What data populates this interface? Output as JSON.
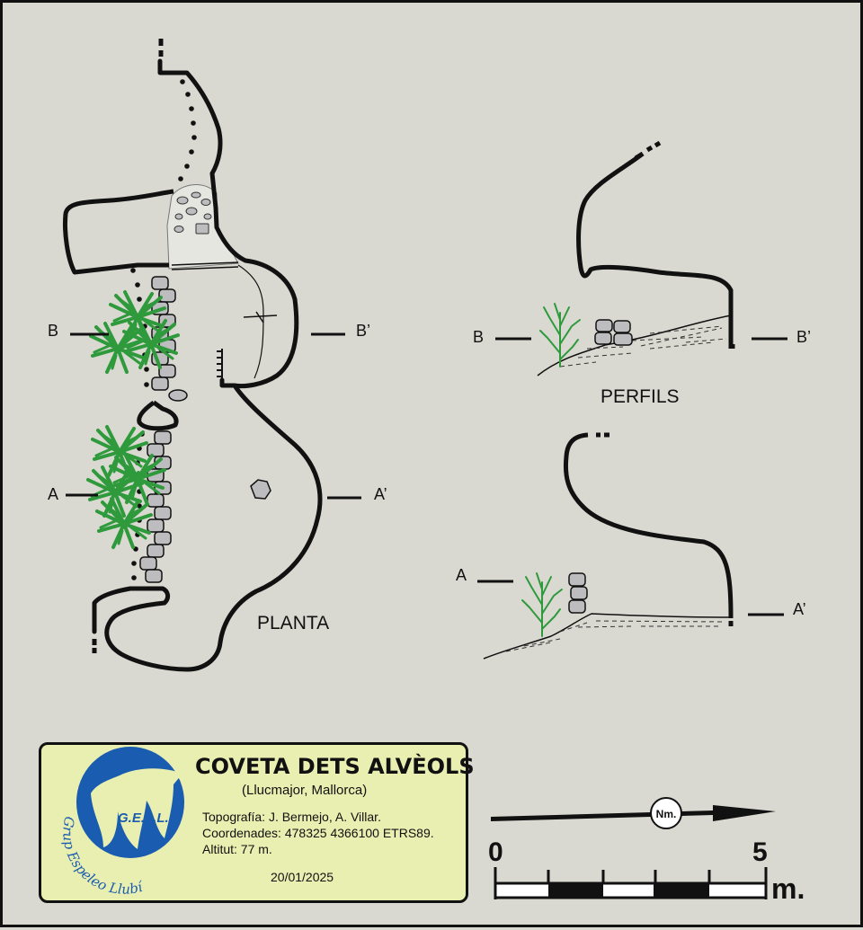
{
  "title": "COVETA DETS ALVÈOLS",
  "subtitle": "(Llucmajor, Mallorca)",
  "topography_line": "Topografía: J. Bermejo, A. Villar.",
  "coordinates_line": "Coordenades: 478325 4366100 ETRS89.",
  "altitude_line": "Altitut: 77 m.",
  "date": "20/01/2025",
  "logo": {
    "abbreviation": "G.E.L.L.",
    "arc_text": "Grup Espeleo Llubí"
  },
  "views": {
    "plan_label": "PLANTA",
    "profiles_label": "PERFILS"
  },
  "sections": {
    "b_left": "B",
    "b_right": "B’",
    "a_left": "A",
    "a_right": "A’"
  },
  "north": {
    "label": "Nm."
  },
  "scale": {
    "start": "0",
    "end": "5",
    "unit": "m."
  },
  "colors": {
    "background": "#d9d9d1",
    "legend_bg": "#e9efb1",
    "logo_blue": "#1a5cb0",
    "vegetation": "#2e9a3c",
    "ink": "#111111",
    "rock": "#bdbdbf"
  },
  "icons": [
    "vegetation-icon",
    "boulder-icon",
    "north-arrow-icon",
    "gell-logo-icon"
  ]
}
